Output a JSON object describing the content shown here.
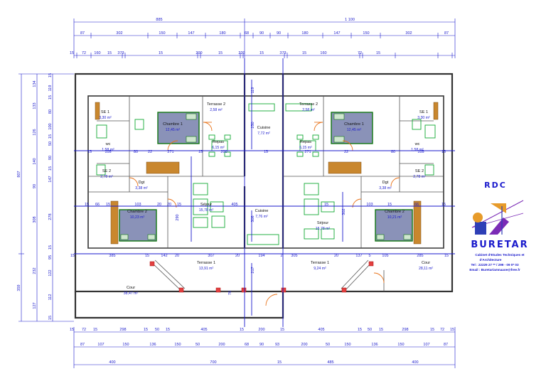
{
  "top_dims": {
    "row1": [
      "885",
      "1 100"
    ],
    "row2": [
      "87",
      "302",
      "150",
      "147",
      "180",
      "68",
      "90",
      "90",
      "180",
      "147",
      "150",
      "302",
      "87"
    ],
    "row3": [
      "15",
      "72",
      "160",
      "15",
      "373",
      "15",
      "200",
      "15",
      "220",
      "15",
      "373",
      "15",
      "160",
      "72",
      "15"
    ]
  },
  "bottom_dims": {
    "row1": [
      "15",
      "72",
      "15",
      "298",
      "15",
      "50",
      "15",
      "405",
      "15",
      "200",
      "15",
      "405",
      "15",
      "50",
      "15",
      "298",
      "15",
      "72",
      "15"
    ],
    "row2": [
      "87",
      "107",
      "150",
      "136",
      "150",
      "50",
      "200",
      "68",
      "90",
      "93",
      "200",
      "50",
      "150",
      "136",
      "150",
      "107",
      "87"
    ],
    "row3": [
      "400",
      "700",
      "15",
      "485",
      "400"
    ]
  },
  "left_dims": {
    "outer": [
      "807",
      "359"
    ],
    "middle": [
      "134",
      "133",
      "126",
      "140",
      "90",
      "308",
      "232",
      "127"
    ],
    "inner": [
      "15",
      "119",
      "15",
      "80",
      "100",
      "15",
      "50",
      "90",
      "15",
      "147",
      "278",
      "15",
      "95",
      "122",
      "112",
      "15"
    ]
  },
  "mid_dims": {
    "row_a": [
      "15",
      "105",
      "80",
      "22",
      "271",
      "15",
      "200",
      "15",
      "271",
      "22",
      "80",
      "105",
      "15"
    ],
    "row_b": [
      "15",
      "66",
      "15",
      "103",
      "20",
      "20",
      "15",
      "405",
      "15",
      "103",
      "15",
      "66",
      "15"
    ],
    "row_c": [
      "15",
      "385",
      "15",
      "142",
      "20",
      "307",
      "20",
      "194",
      "2",
      "305",
      "20",
      "137",
      "5",
      "105",
      "285",
      "15"
    ],
    "verticals": [
      "290",
      "308",
      "302",
      "217",
      "250",
      "119",
      "76"
    ]
  },
  "rooms": [
    {
      "name": "SE 1",
      "area": "3,30 m²"
    },
    {
      "name": "Chambre 1",
      "area": "12,45 m²"
    },
    {
      "name": "Terrasse 2",
      "area": "2,58 m²"
    },
    {
      "name": "Cuisine",
      "area": "7,72 m²"
    },
    {
      "name": "Terrasse 2",
      "area": "2,58 m²"
    },
    {
      "name": "Chambre 1",
      "area": "12,45 m²"
    },
    {
      "name": "SE 1",
      "area": "3,30 m²"
    },
    {
      "name": "wc",
      "area": "1,58 m²"
    },
    {
      "name": "Repas",
      "area": "6,15 m²"
    },
    {
      "name": "Repas",
      "area": "6,15 m²"
    },
    {
      "name": "wc",
      "area": "1,58 m²"
    },
    {
      "name": "SE 2",
      "area": "2,78 m²"
    },
    {
      "name": "Dgt",
      "area": "3,38 m²"
    },
    {
      "name": "Dgt",
      "area": "3,38 m²"
    },
    {
      "name": "SE 2",
      "area": "2,78 m²"
    },
    {
      "name": "Chambre 2",
      "area": "10,23 m²"
    },
    {
      "name": "Séjour",
      "area": "15,78 m²"
    },
    {
      "name": "Cuisine",
      "area": "7,76 m²"
    },
    {
      "name": "Séjour",
      "area": "15,78 m²"
    },
    {
      "name": "Chambre 2",
      "area": "10,21 m²"
    },
    {
      "name": "Terrasse 1",
      "area": "13,91 m²"
    },
    {
      "name": "Terrasse 1",
      "area": "9,24 m²"
    },
    {
      "name": "Cour",
      "area": "28,11 m²"
    },
    {
      "name": "Cour",
      "area": "38,47 m²"
    }
  ],
  "legend": {
    "level": "RDC",
    "brand": "BURETAR",
    "line1": "Cabinet d'Etudes Techniques et",
    "line2": "d'Architecture",
    "line3": "Tel : 22229 27 ** / 299 - 09 0* 03",
    "line4": "Email : Buretar/amnaaoe@free.fr"
  },
  "colors": {
    "dimension_blue": "#1a1acc",
    "furniture_green": "#11aa33",
    "wood": "#c9872e",
    "bed": "#8a92b8",
    "door_orange": "#e8731a"
  }
}
